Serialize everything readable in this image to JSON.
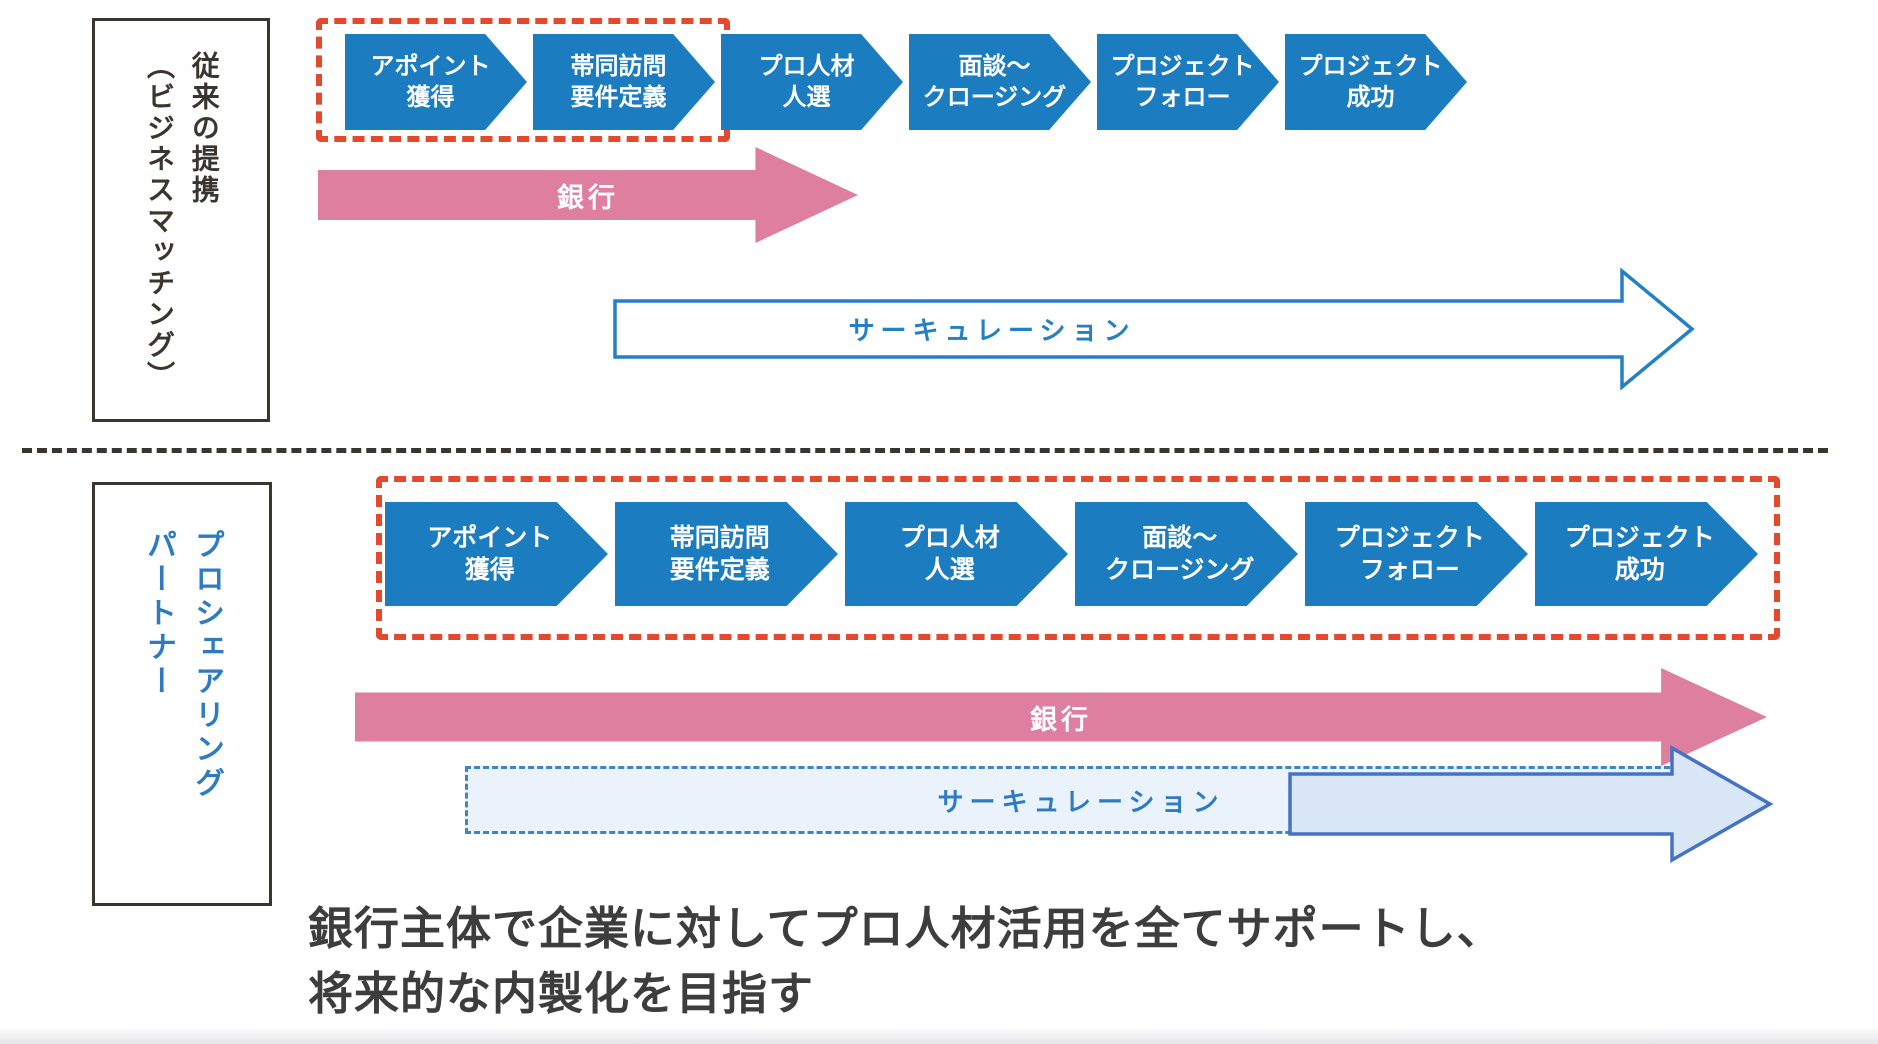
{
  "colors": {
    "step_blue": "#1B7CC0",
    "bank_pink": "#DF7FA0",
    "highlight_red": "#E2492D",
    "circulation_blue": "#2380C4",
    "partner_label_blue": "#2E7BC2",
    "solid_arrow_border_blue": "#4472C4",
    "light_blue_fill": "#EAF2FB",
    "text_dark": "#3B3530"
  },
  "top_section": {
    "label": "従来の提携\n（ビジネスマッチング）",
    "steps": [
      {
        "label": "アポイント\n獲得"
      },
      {
        "label": "帯同訪問\n要件定義"
      },
      {
        "label": "プロ人材\n人選"
      },
      {
        "label": "面談～\nクロージング"
      },
      {
        "label": "プロジェクト\nフォロー"
      },
      {
        "label": "プロジェクト\n成功"
      }
    ],
    "bank_label": "銀行",
    "circulation_label": "サーキュレーション"
  },
  "bottom_section": {
    "label": "プロシェアリング\nパートナー",
    "steps": [
      {
        "label": "アポイント\n獲得"
      },
      {
        "label": "帯同訪問\n要件定義"
      },
      {
        "label": "プロ人材\n人選"
      },
      {
        "label": "面談～\nクロージング"
      },
      {
        "label": "プロジェクト\nフォロー"
      },
      {
        "label": "プロジェクト\n成功"
      }
    ],
    "bank_label": "銀行",
    "circulation_label": "サーキュレーション"
  },
  "caption": {
    "line1": "銀行主体で企業に対してプロ人材活用を全てサポートし、",
    "line2": "将来的な内製化を目指す"
  }
}
